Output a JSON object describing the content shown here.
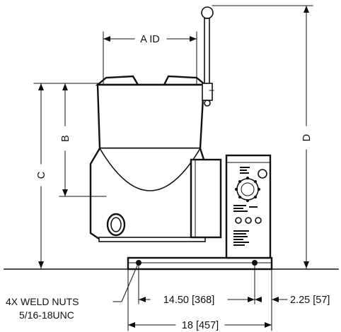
{
  "dimensions": {
    "a": "A ID",
    "b": "B",
    "c": "C",
    "d": "D",
    "bolt_spacing": "14.50 [368]",
    "side_offset": "2.25 [57]",
    "overall_width": "18 [457]"
  },
  "notes": {
    "weld_nuts_line1": "4X WELD NUTS",
    "weld_nuts_line2": "5/16-18UNC"
  }
}
